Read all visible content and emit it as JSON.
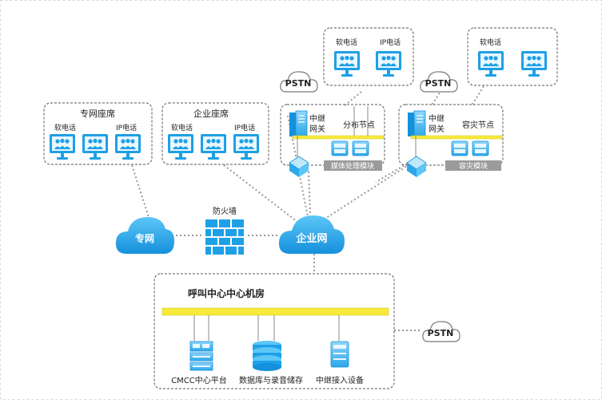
{
  "groups": {
    "zhuanwang": {
      "title": "专网座席",
      "left_label": "软电话",
      "right_label": "IP电话"
    },
    "qiye": {
      "title": "企业座席",
      "left_label": "软电话",
      "right_label": "IP电话"
    },
    "remote1": {
      "left_label": "软电话",
      "right_label": "IP电话"
    },
    "remote2": {
      "left_label": "软电话"
    },
    "dist": {
      "gateway_line1": "中继",
      "gateway_line2": "网关",
      "node_label": "分布节点",
      "module_label": "媒体处理模块"
    },
    "dr": {
      "gateway_line1": "中继",
      "gateway_line2": "网关",
      "node_label": "容灾节点",
      "module_label": "容灾模块"
    },
    "center": {
      "title": "呼叫中心中心机房",
      "server1_label": "CMCC中心平台",
      "db_label": "数据库与录音储存",
      "server2_label": "中继接入设备"
    }
  },
  "clouds": {
    "pstn": "PSTN",
    "zhuanwang": "专网",
    "qiye": "企业网"
  },
  "firewall": {
    "label": "防火墙"
  },
  "colors": {
    "blue": "#1ea0e6",
    "yellow": "#f6ea3c",
    "gray_module": "#9b9b9b",
    "dash": "#555555",
    "dotted_link": "#999999"
  }
}
